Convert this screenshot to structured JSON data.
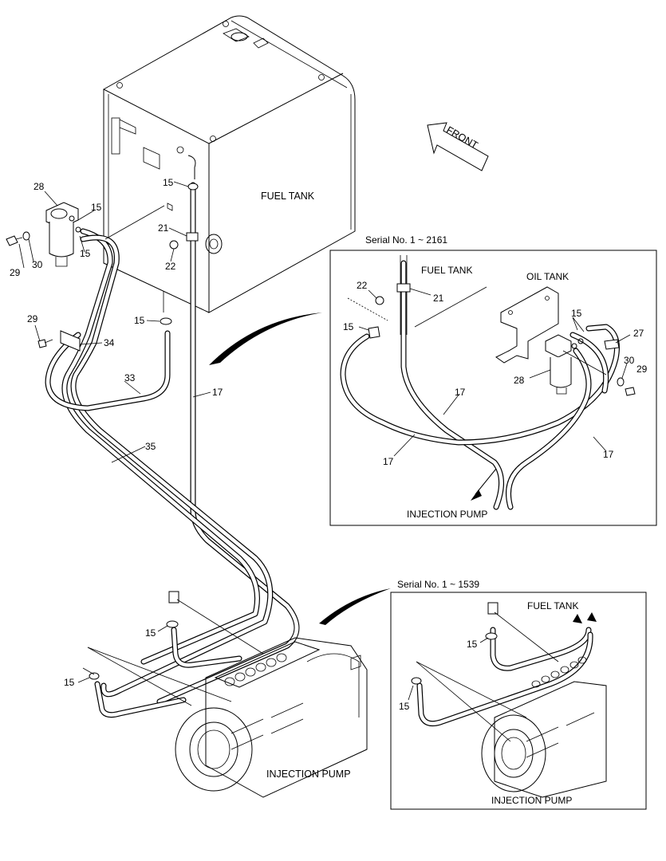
{
  "main_diagram": {
    "fuel_tank_label": "FUEL TANK",
    "front_label": "FRONT",
    "injection_pump_label": "INJECTION PUMP",
    "callouts": {
      "c28": "28",
      "c15a": "15",
      "c15b": "15",
      "c15c": "15",
      "c15d": "15",
      "c15e": "15",
      "c15f": "15",
      "c29a": "29",
      "c29b": "29",
      "c30": "30",
      "c21": "21",
      "c22": "22",
      "c34": "34",
      "c33": "33",
      "c17": "17",
      "c35": "35"
    }
  },
  "inset_2161": {
    "title": "Serial No. 1 ~ 2161",
    "fuel_tank_label": "FUEL TANK",
    "oil_tank_label": "OIL TANK",
    "injection_pump_label": "INJECTION PUMP",
    "callouts": {
      "c22": "22",
      "c21": "21",
      "c15a": "15",
      "c15b": "15",
      "c27": "27",
      "c28": "28",
      "c30": "30",
      "c29": "29",
      "c17a": "17",
      "c17b": "17",
      "c17c": "17"
    }
  },
  "inset_1539": {
    "title": "Serial No. 1 ~ 1539",
    "fuel_tank_label": "FUEL TANK",
    "injection_pump_label": "INJECTION PUMP",
    "callouts": {
      "c15a": "15",
      "c15b": "15"
    }
  }
}
